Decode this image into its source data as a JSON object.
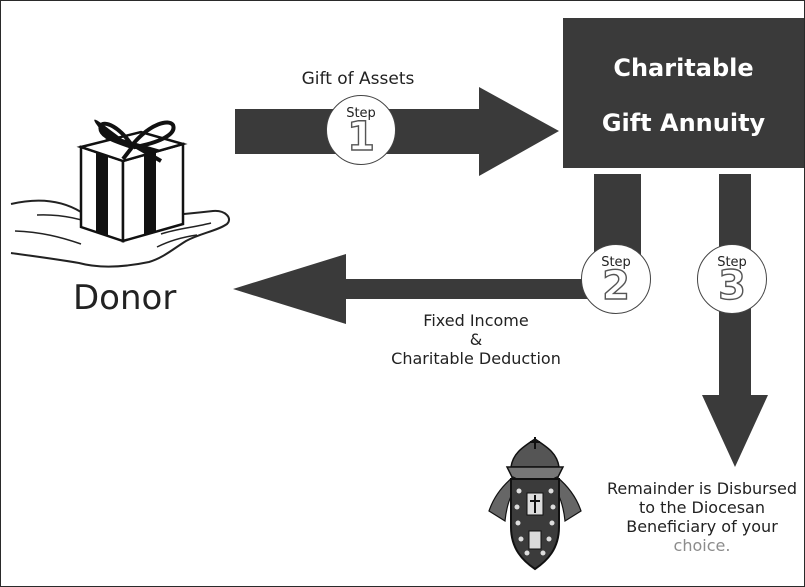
{
  "box": {
    "title_line1": "Charitable",
    "title_line2": "Gift Annuity"
  },
  "donor": {
    "label": "Donor"
  },
  "steps": [
    {
      "word": "Step",
      "number": "1",
      "caption": "Gift of Assets"
    },
    {
      "word": "Step",
      "number": "2",
      "caption_line1": "Fixed Income",
      "caption_line2": "&",
      "caption_line3": "Charitable Deduction"
    },
    {
      "word": "Step",
      "number": "3"
    }
  ],
  "remainder": {
    "line1": "Remainder is Disbursed",
    "line2": "to the Diocesan",
    "line3": "Beneficiary of your",
    "line4": "choice."
  },
  "colors": {
    "arrow": "#3a3a3a",
    "box": "#3a3a3a",
    "text": "#222222",
    "accent": "#8c8c8c"
  }
}
